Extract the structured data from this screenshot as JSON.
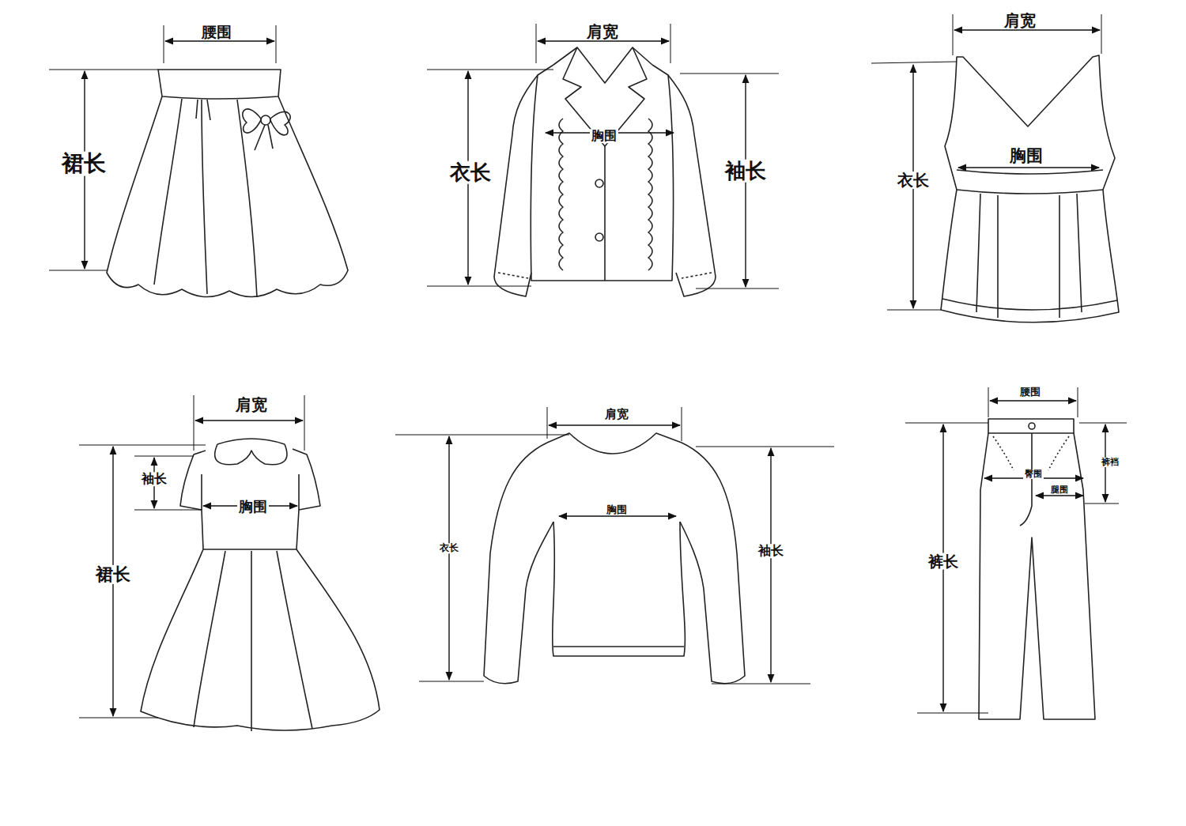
{
  "diagram": {
    "labels": [
      "腰围",
      "裙长",
      "肩宽",
      "胸围",
      "衣长",
      "袖长",
      "肩宽",
      "胸围",
      "衣长",
      "肩宽",
      "袖长",
      "胸围",
      "裙长",
      "肩宽",
      "胸围",
      "衣长",
      "袖长",
      "腰围",
      "裤裆",
      "臀围",
      "腿围",
      "裤长"
    ]
  }
}
